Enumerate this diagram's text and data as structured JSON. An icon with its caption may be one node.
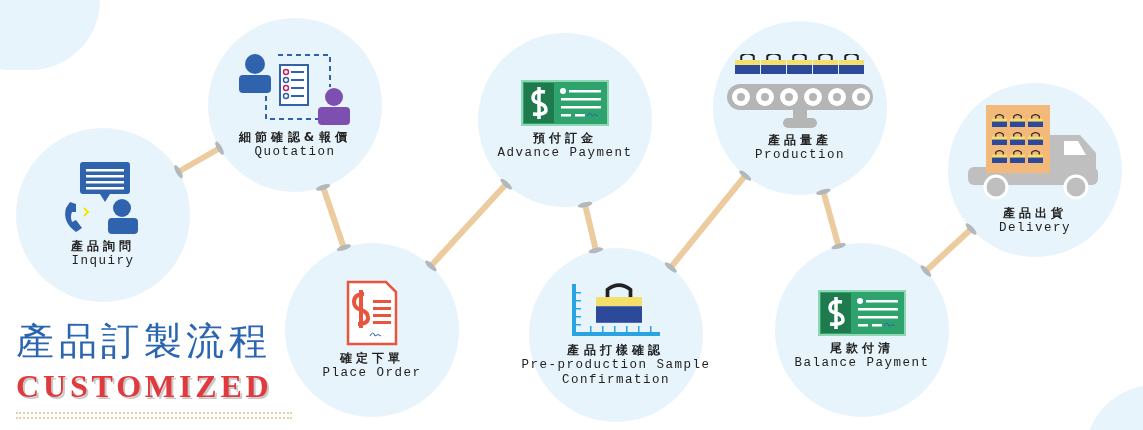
{
  "diagram": {
    "title": "產品訂製流程",
    "nodes": [
      {
        "text": [
          "產品詢問",
          "Inquiry"
        ]
      },
      {
        "text": [
          "細節確認&報價",
          "Quotation"
        ]
      },
      {
        "text": [
          "確定下單",
          "Place Order"
        ]
      },
      {
        "text": [
          "預付訂金",
          "Advance Payment"
        ]
      },
      {
        "text": [
          "產品打樣確認",
          "Pre-production Sample Confirmation"
        ]
      },
      {
        "text": [
          "產品量產",
          "Production"
        ]
      },
      {
        "text": [
          "尾款付清",
          "Balance Payment"
        ]
      },
      {
        "text": [
          "產品出貨",
          "Delivery"
        ]
      }
    ],
    "edges": [
      {
        "from": 0,
        "to": 1,
        "arrow": "other"
      },
      {
        "from": 1,
        "to": 2,
        "arrow": "other"
      },
      {
        "from": 2,
        "to": 3,
        "arrow": "other"
      },
      {
        "from": 3,
        "to": 4,
        "arrow": "other"
      },
      {
        "from": 4,
        "to": 5,
        "arrow": "other"
      },
      {
        "from": 5,
        "to": 6,
        "arrow": "other"
      },
      {
        "from": 6,
        "to": 7,
        "arrow": "other"
      }
    ],
    "labels": [
      "CUSTOMIZED"
    ]
  }
}
